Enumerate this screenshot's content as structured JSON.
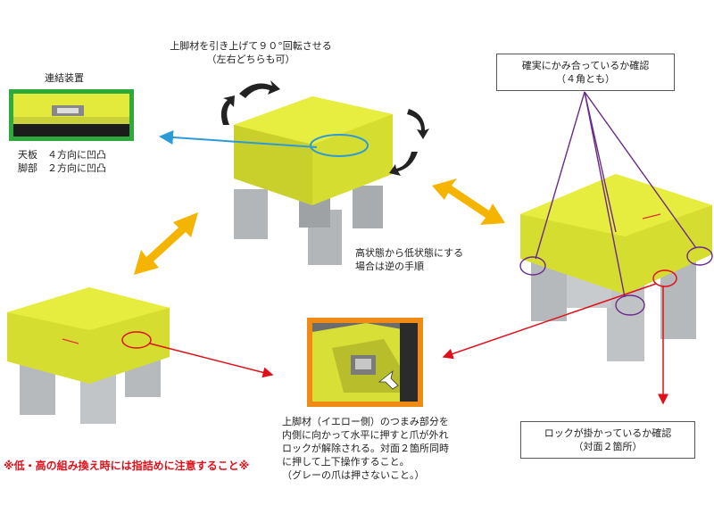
{
  "rotate_caption": {
    "line1": "上脚材を引き上げて９０°回転させる",
    "line2": "（左右どちらも可）"
  },
  "connector": {
    "title": "連結装置",
    "line1": "天板　４方向に凹凸",
    "line2": "脚部　２方向に凹凸"
  },
  "check_mesh_box": {
    "line1": "確実にかみ合っているか確認",
    "line2": "（４角とも）"
  },
  "reverse_caption": {
    "line1": "高状態から低状態にする",
    "line2": "場合は逆の手順"
  },
  "lock_box": {
    "line1": "ロックが掛かっているか確認",
    "line2": "（対面２箇所）"
  },
  "release_caption": {
    "line1": "上脚材（イエロー側）のつまみ部分を",
    "line2": "内側に向かって水平に押すと爪が外れ",
    "line3": "ロックが解除される。対面２箇所同時",
    "line4": "に押して上下操作すること。",
    "line5": "（グレーの爪は押さないこと。）"
  },
  "warning": "※低・高の組み換え時には指詰めに注意すること※",
  "colors": {
    "yellow": "#e6ec3a",
    "gray": "#b9bcbf",
    "orange_arrow": "#f5b400",
    "blue_arrow": "#2c9ad6",
    "red_arrow": "#e0101a",
    "purple": "#6a2a8a",
    "green_frame": "#2eaa3c",
    "orange_frame": "#ef8a14"
  }
}
